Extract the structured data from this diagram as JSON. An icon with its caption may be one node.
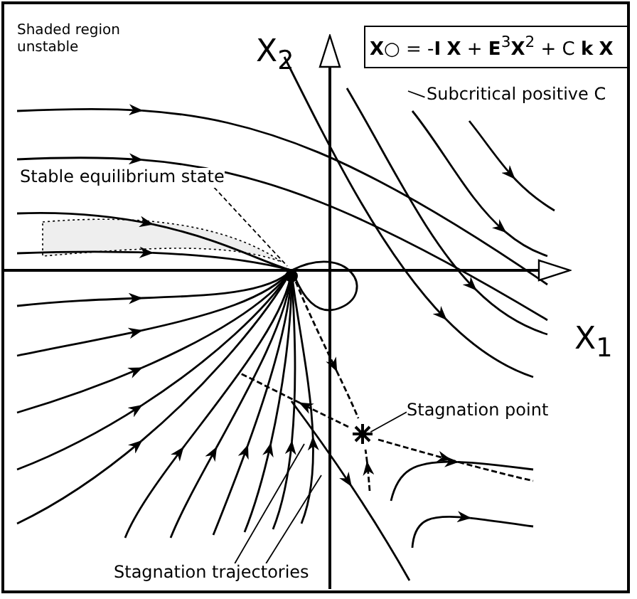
{
  "diagram": {
    "nodes": [
      {
        "text": [
          "**X**○ = -**I** **X** + **E**$^{3}$**X**$^{2}$ + C **k** **X**"
        ]
      },
      {
        "text": [
          "Stable equilibrium state"
        ]
      },
      {
        "text": [],
        "shape": "circle"
      },
      {
        "text": [
          "Stagnation point"
        ]
      },
      {
        "text": [],
        "shape": "star"
      },
      {
        "text": [
          "Subcritical positive C"
        ]
      },
      {
        "text": [
          "Stagnation trajectories"
        ]
      }
    ],
    "edges": [
      {
        "from": 1,
        "to": 2,
        "arrow": "none",
        "style": "dashed"
      },
      {
        "from": 3,
        "to": 4,
        "arrow": "none"
      },
      {
        "from": 5,
        "to": null,
        "arrow": "none"
      },
      {
        "from": 6,
        "to": null,
        "arrow": "none"
      },
      {
        "from": 6,
        "to": null,
        "arrow": "none"
      }
    ],
    "labels": [
      "Shaded region unstable",
      "X$_{2}$",
      "X$_{1}$"
    ]
  }
}
